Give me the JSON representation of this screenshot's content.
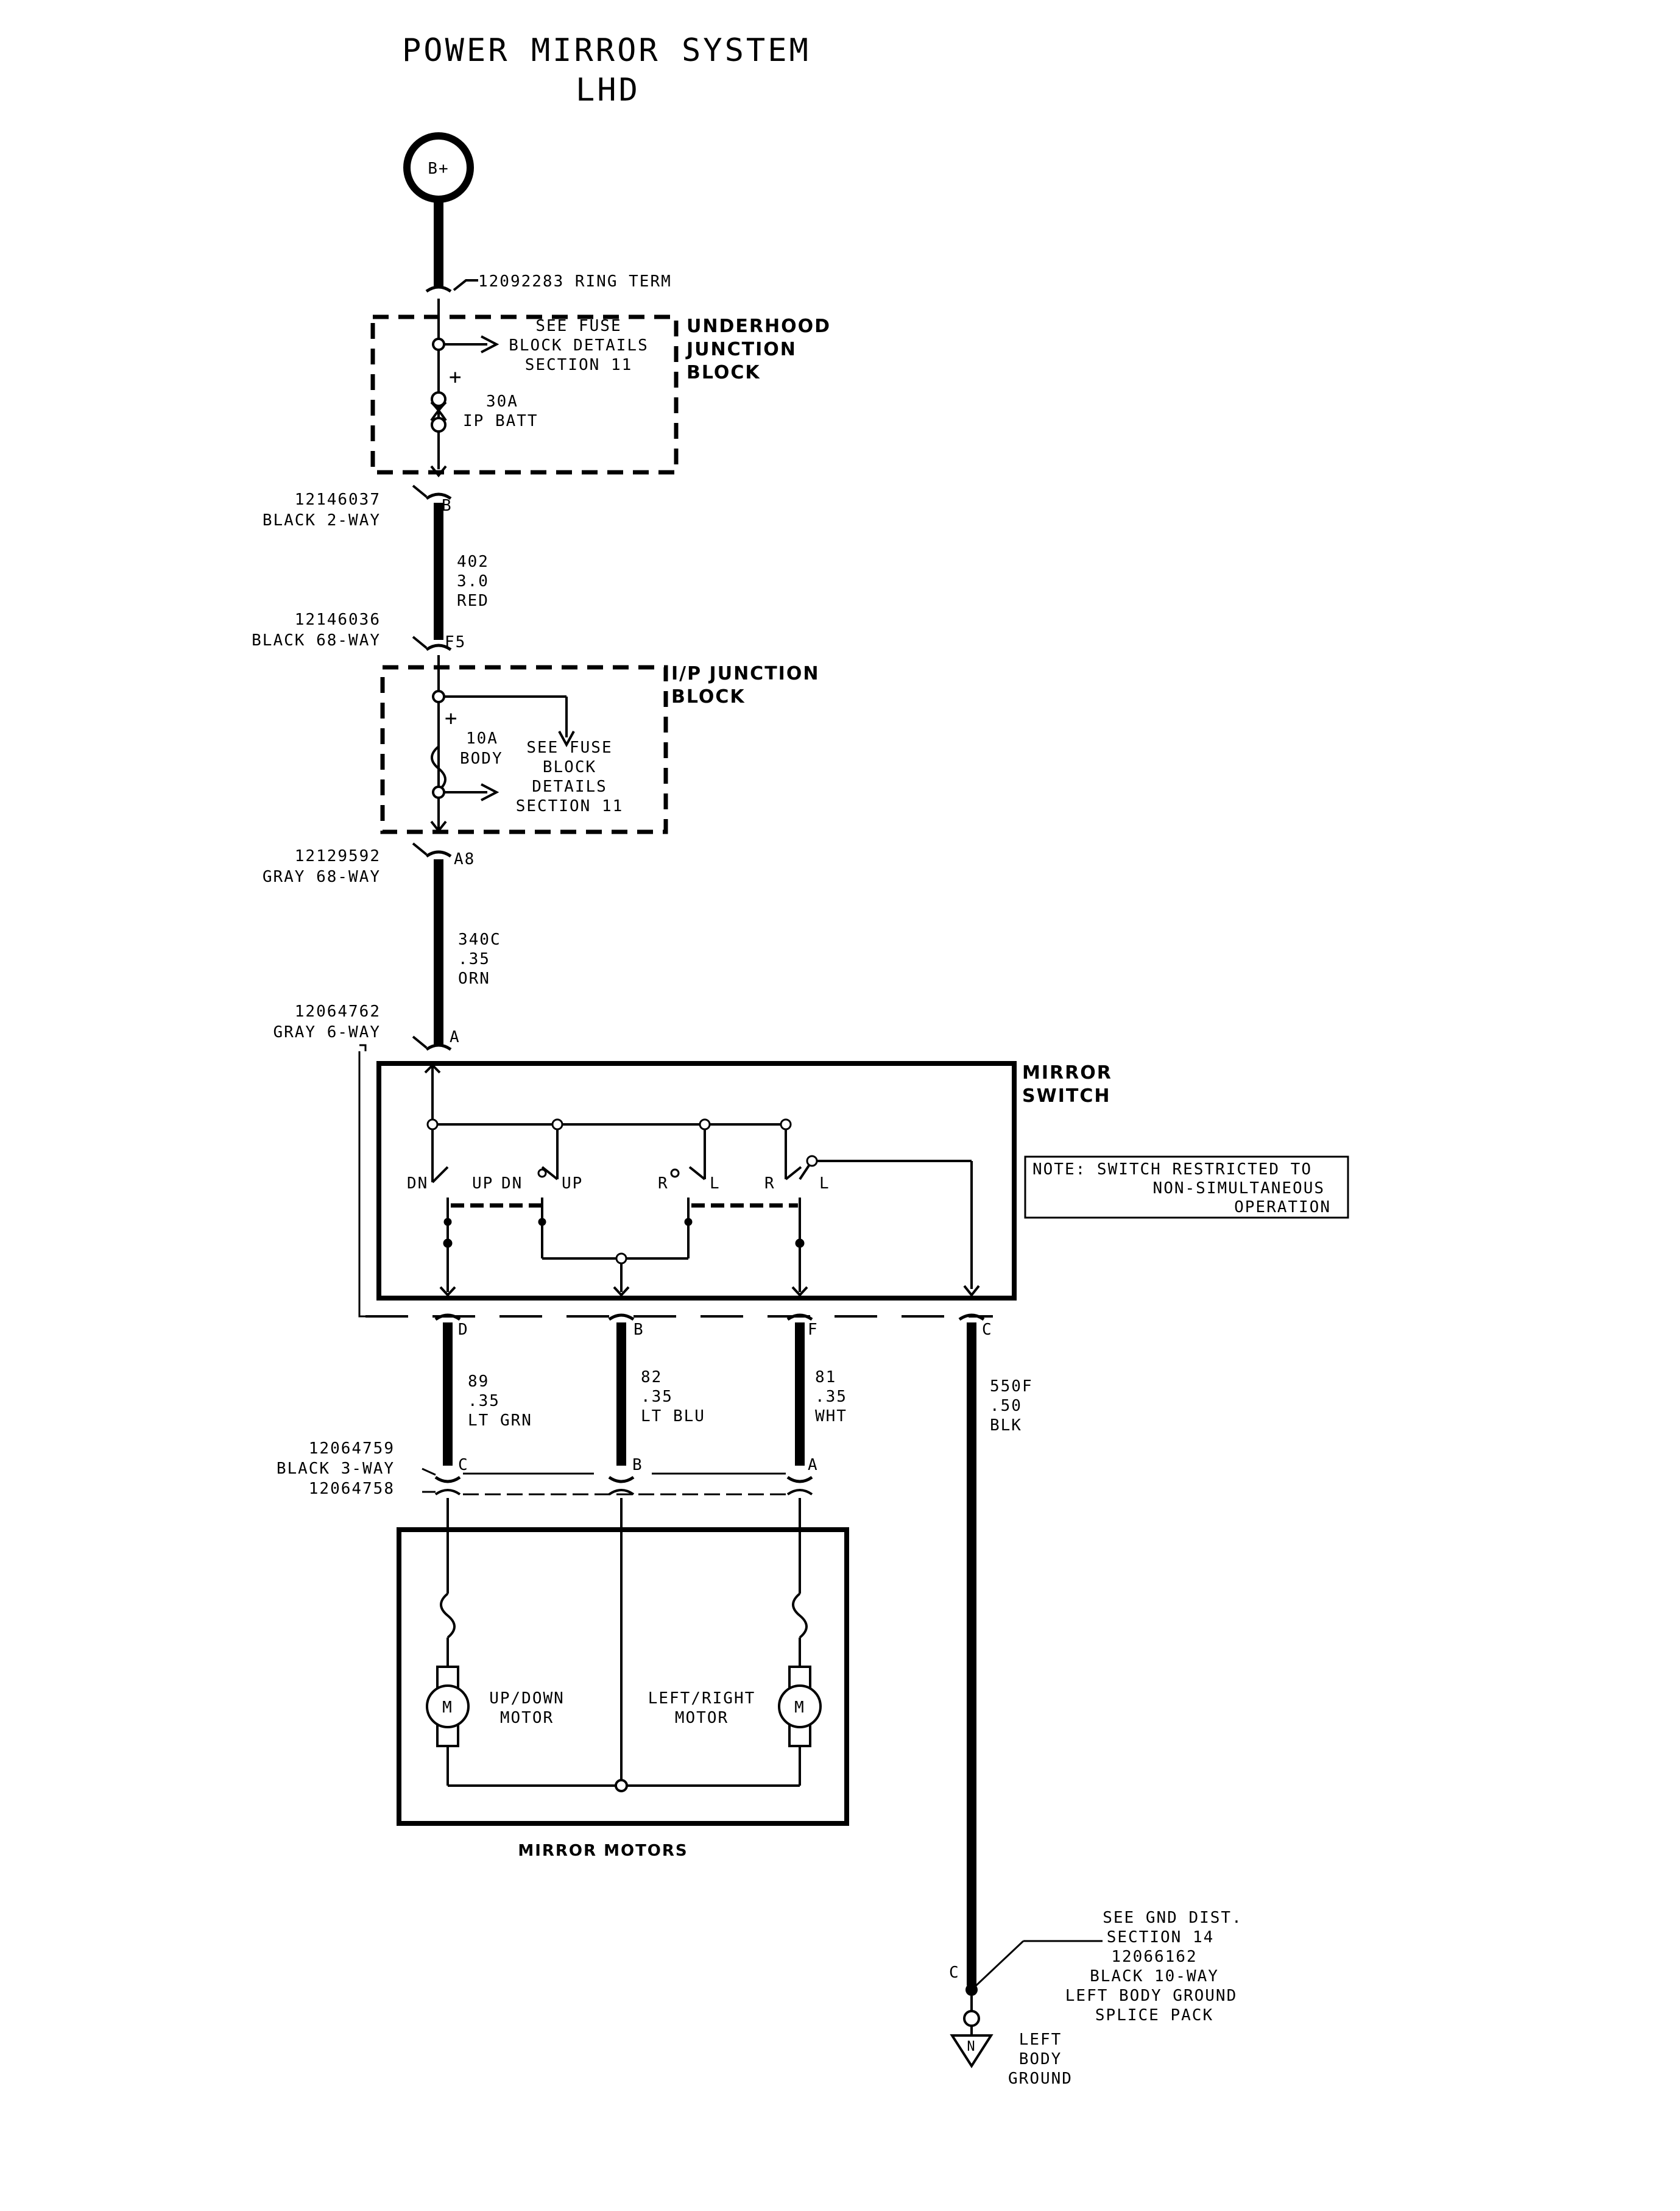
{
  "title": {
    "line1": "POWER MIRROR SYSTEM",
    "line2": "LHD"
  },
  "source": {
    "label": "B+"
  },
  "ring_term": "12092283  RING TERM",
  "underhood_block": {
    "name_lines": [
      "UNDERHOOD",
      "JUNCTION",
      "BLOCK"
    ],
    "note_lines": [
      "SEE FUSE",
      "BLOCK DETAILS",
      "SECTION 11"
    ],
    "fuse_lines": [
      "30A",
      "IP BATT"
    ],
    "plus": "+"
  },
  "connector_1": {
    "part": "12146037",
    "desc": "BLACK 2-WAY",
    "pin": "B"
  },
  "wire_402": [
    "402",
    "3.0",
    "RED"
  ],
  "connector_2": {
    "part": "12146036",
    "desc": "BLACK 68-WAY",
    "pin": "F5"
  },
  "ip_block": {
    "name_lines": [
      "I/P JUNCTION",
      "BLOCK"
    ],
    "note_lines": [
      "SEE FUSE",
      "BLOCK",
      "DETAILS",
      "SECTION 11"
    ],
    "fuse_lines": [
      "10A",
      "BODY"
    ],
    "plus": "+"
  },
  "connector_3": {
    "part": "12129592",
    "desc": "GRAY 68-WAY",
    "pin": "A8"
  },
  "wire_340c": [
    "340C",
    ".35",
    "ORN"
  ],
  "connector_4": {
    "part": "12064762",
    "desc": "GRAY 6-WAY",
    "pin": "A"
  },
  "mirror_switch": {
    "name_lines": [
      "MIRROR",
      "SWITCH"
    ],
    "contacts": [
      "DN",
      "UP",
      "DN",
      "UP",
      "R",
      "L",
      "R",
      "L"
    ],
    "note_lines": [
      "NOTE: SWITCH RESTRICTED TO",
      "NON-SIMULTANEOUS",
      "OPERATION"
    ],
    "pins": [
      "D",
      "B",
      "F",
      "C"
    ]
  },
  "wires_out": [
    {
      "lines": [
        "89",
        ".35",
        "LT GRN"
      ]
    },
    {
      "lines": [
        "82",
        ".35",
        "LT BLU"
      ]
    },
    {
      "lines": [
        "81",
        ".35",
        "WHT"
      ]
    },
    {
      "lines": [
        "550F",
        ".50",
        "BLK"
      ]
    }
  ],
  "connector_5": {
    "part_top": "12064759",
    "desc": "BLACK 3-WAY",
    "part_bottom": "12064758",
    "pins": [
      "C",
      "B",
      "A"
    ]
  },
  "motors": {
    "name": "MIRROR MOTORS",
    "updown_lines": [
      "UP/DOWN",
      "MOTOR"
    ],
    "leftright_lines": [
      "LEFT/RIGHT",
      "MOTOR"
    ],
    "motor_symbol": "M"
  },
  "ground": {
    "pin": "C",
    "note_lines": [
      "SEE GND DIST.",
      "SECTION 14",
      "12066162",
      "BLACK 10-WAY",
      "LEFT BODY GROUND",
      "SPLICE PACK"
    ],
    "symbol": "N",
    "label_lines": [
      "LEFT",
      "BODY",
      "GROUND"
    ]
  }
}
